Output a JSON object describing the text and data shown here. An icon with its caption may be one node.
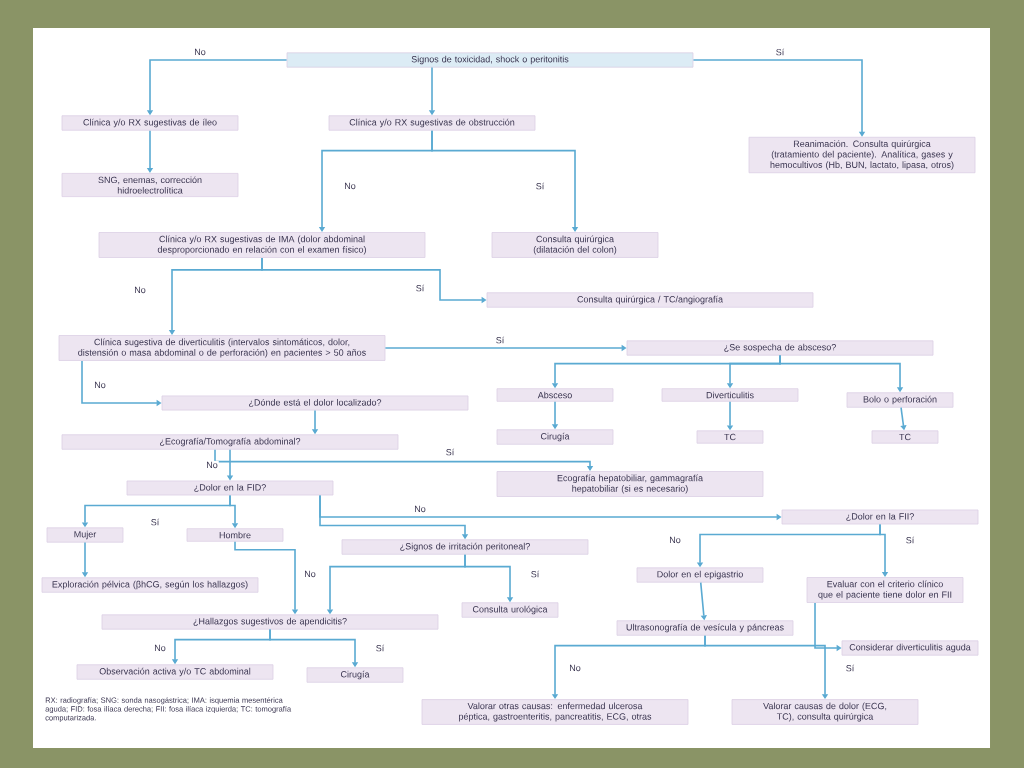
{
  "diagram": {
    "caption": "RX: radiografía; SNG: sonda nasogástrica; IMA: isquemia mesentérica aguda; FID: fosa ilíaca derecha; FII: fosa ilíaca izquierda; TC: tomografía computarizada.",
    "nodes": [
      {
        "text": [
          "Signos de toxicidad, shock o peritonitis"
        ]
      },
      {
        "text": [
          "Clínica y/o RX sugestivas de íleo"
        ]
      },
      {
        "text": [
          "SNG, enemas, corrección hidroelectrolítica"
        ]
      },
      {
        "text": [
          "Clínica y/o RX sugestivas de obstrucción"
        ]
      },
      {
        "text": [
          "Reanimación. Consulta quirúrgica (tratamiento del paciente). Analítica, gases y hemocultivos (Hb, BUN, lactato, lipasa, otros)"
        ]
      },
      {
        "text": [
          "Clínica y/o RX sugestivas de IMA (dolor abdominal desproporcionado en relación con el examen físico)"
        ]
      },
      {
        "text": [
          "Consulta quirúrgica (dilatación del colon)"
        ]
      },
      {
        "text": [
          "Consulta quirúrgica / TC/angiografía"
        ]
      },
      {
        "text": [
          "Clínica sugestiva de diverticulitis (intervalos sintomáticos, dolor, distensión o masa abdominal o de perforación) en pacientes > 50 años"
        ]
      },
      {
        "text": [
          "¿Se sospecha de absceso?"
        ]
      },
      {
        "text": [
          "Absceso"
        ]
      },
      {
        "text": [
          "Diverticulitis"
        ]
      },
      {
        "text": [
          "Bolo o perforación"
        ]
      },
      {
        "text": [
          "Cirugía"
        ]
      },
      {
        "text": [
          "TC"
        ]
      },
      {
        "text": [
          "TC"
        ]
      },
      {
        "text": [
          "¿Dónde está el dolor localizado?"
        ]
      },
      {
        "text": [
          "¿Ecografía/Tomografía abdominal?"
        ]
      },
      {
        "text": [
          "¿Dolor en la FID?"
        ]
      },
      {
        "text": [
          "Ecografía hepatobiliar, gammagrafía hepatobiliar (si es necesario)"
        ]
      },
      {
        "text": [
          "Mujer"
        ]
      },
      {
        "text": [
          "Hombre"
        ]
      },
      {
        "text": [
          "Exploración pélvica (βhCG, según los hallazgos)"
        ]
      },
      {
        "text": [
          "¿Signos de irritación peritoneal?"
        ]
      },
      {
        "text": [
          "¿Hallazgos sugestivos de apendicitis?"
        ]
      },
      {
        "text": [
          "Consulta urológica"
        ]
      },
      {
        "text": [
          "Observación activa y/o TC abdominal"
        ]
      },
      {
        "text": [
          "Cirugía"
        ]
      },
      {
        "text": [
          "¿Dolor en la FII?"
        ]
      },
      {
        "text": [
          "Dolor en el epigastrio"
        ]
      },
      {
        "text": [
          "Evaluar con el criterio clínico que el paciente tiene dolor en FII"
        ]
      },
      {
        "text": [
          "Ultrasonografía de vesícula y páncreas"
        ]
      },
      {
        "text": [
          "Considerar diverticulitis aguda"
        ]
      },
      {
        "text": [
          "Valorar otras causas: enfermedad ulcerosa péptica, gastroenteritis, pancreatitis, ECG, otras"
        ]
      },
      {
        "text": [
          "Valorar causas de dolor (ECG, TC), consulta quirúrgica"
        ]
      }
    ],
    "edges": [
      {
        "from": 0,
        "to": 1,
        "arrow": "to",
        "label": "No"
      },
      {
        "from": 0,
        "to": 3,
        "arrow": "to"
      },
      {
        "from": 0,
        "to": 4,
        "arrow": "to",
        "label": "Sí"
      },
      {
        "from": 1,
        "to": 2,
        "arrow": "to"
      },
      {
        "from": 3,
        "to": 5,
        "arrow": "to",
        "label": "No"
      },
      {
        "from": 3,
        "to": 6,
        "arrow": "to",
        "label": "Sí"
      },
      {
        "from": 5,
        "to": 8,
        "arrow": "to",
        "label": "No"
      },
      {
        "from": 5,
        "to": 7,
        "arrow": "to",
        "label": "Sí"
      },
      {
        "from": 8,
        "to": 16,
        "arrow": "to",
        "label": "No"
      },
      {
        "from": 8,
        "to": 9,
        "arrow": "to",
        "label": "Sí"
      },
      {
        "from": 9,
        "to": 10,
        "arrow": "to"
      },
      {
        "from": 9,
        "to": 11,
        "arrow": "to"
      },
      {
        "from": 9,
        "to": 12,
        "arrow": "to"
      },
      {
        "from": 10,
        "to": 13,
        "arrow": "to"
      },
      {
        "from": 11,
        "to": 14,
        "arrow": "to"
      },
      {
        "from": 12,
        "to": 15,
        "arrow": "to"
      },
      {
        "from": 16,
        "to": 17,
        "arrow": "to"
      },
      {
        "from": 17,
        "to": 18,
        "arrow": "to",
        "label": "No"
      },
      {
        "from": 17,
        "to": 19,
        "arrow": "to",
        "label": "Sí"
      },
      {
        "from": 18,
        "to": 20,
        "arrow": "to",
        "label": "Sí"
      },
      {
        "from": 18,
        "to": 21,
        "arrow": "to"
      },
      {
        "from": 18,
        "to": 28,
        "arrow": "to",
        "label": "No"
      },
      {
        "from": 18,
        "to": 23,
        "arrow": "to"
      },
      {
        "from": 20,
        "to": 22,
        "arrow": "to"
      },
      {
        "from": 21,
        "to": 24,
        "arrow": "to"
      },
      {
        "from": 23,
        "to": 24,
        "arrow": "to",
        "label": "No"
      },
      {
        "from": 23,
        "to": 25,
        "arrow": "to",
        "label": "Sí"
      },
      {
        "from": 24,
        "to": 26,
        "arrow": "to",
        "label": "No"
      },
      {
        "from": 24,
        "to": 27,
        "arrow": "to",
        "label": "Sí"
      },
      {
        "from": 28,
        "to": 29,
        "arrow": "to",
        "label": "No"
      },
      {
        "from": 28,
        "to": 30,
        "arrow": "to",
        "label": "Sí"
      },
      {
        "from": 29,
        "to": 31,
        "arrow": "to"
      },
      {
        "from": 30,
        "to": 32,
        "arrow": "to"
      },
      {
        "from": 31,
        "to": 33,
        "arrow": "to",
        "label": "No"
      },
      {
        "from": 31,
        "to": 34,
        "arrow": "to",
        "label": "Sí"
      }
    ]
  }
}
